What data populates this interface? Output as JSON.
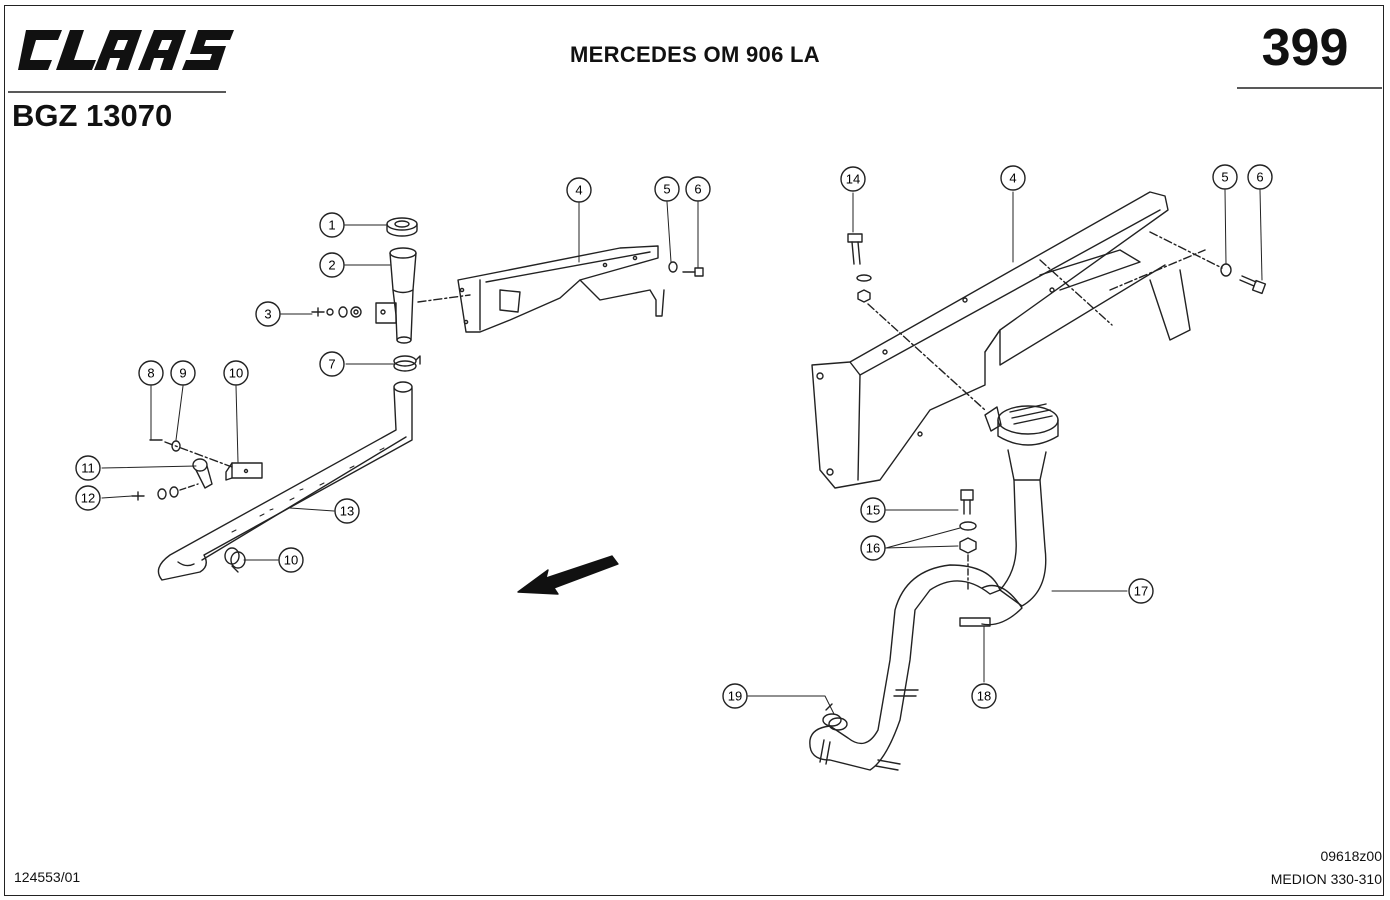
{
  "header": {
    "brand": "CLAAS",
    "title": "MERCEDES OM 906 LA",
    "page_number": "399",
    "group_code": "BGZ 13070"
  },
  "footer": {
    "doc_number": "124553/01",
    "figure_code": "09618z00",
    "model": "MEDION 330-310"
  },
  "callouts": [
    "1",
    "2",
    "3",
    "4",
    "5",
    "6",
    "7",
    "8",
    "9",
    "10",
    "11",
    "12",
    "13",
    "10",
    "14",
    "4",
    "5",
    "6",
    "15",
    "16",
    "17",
    "18",
    "19"
  ]
}
